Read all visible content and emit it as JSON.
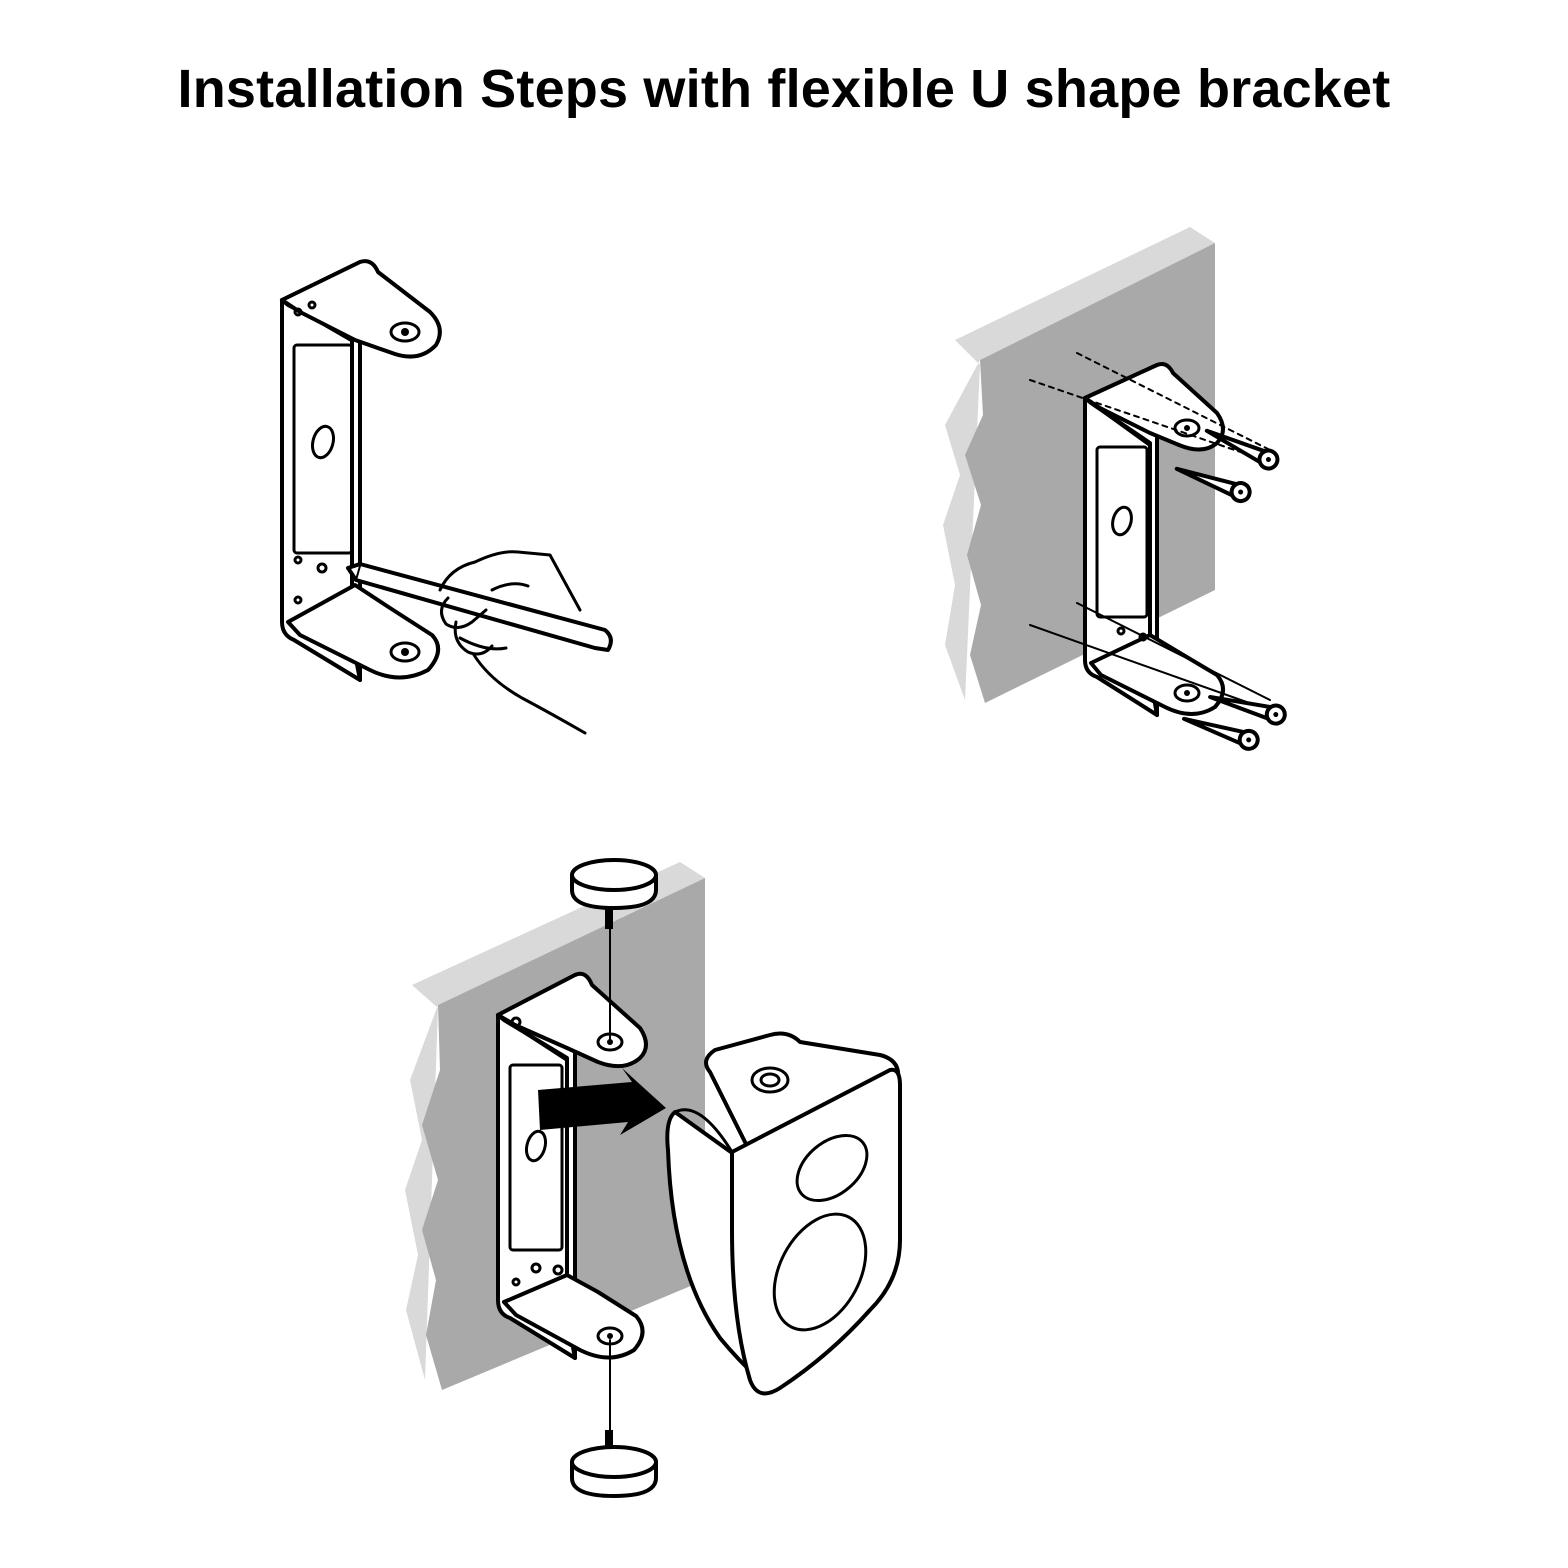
{
  "title": "Installation Steps with flexible U shape bracket",
  "steps": [
    {
      "id": "step-1",
      "icon": "pencil-marking-hand-icon"
    },
    {
      "id": "step-2",
      "icon": "screws-icon"
    },
    {
      "id": "step-3",
      "icon": "speaker-icon"
    }
  ],
  "colors": {
    "wall": "#a9a9a9",
    "wall_edge": "#d9d9d9",
    "line": "#000000",
    "background": "#ffffff"
  }
}
